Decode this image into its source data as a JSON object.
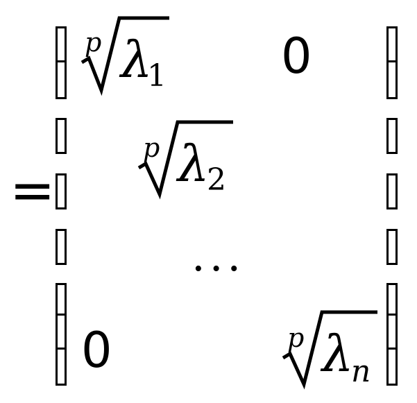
{
  "equation": {
    "equals": "=",
    "matrix": {
      "row1": {
        "index": "p",
        "symbol": "λ",
        "subscript": "1",
        "zero": "0"
      },
      "row2": {
        "index": "p",
        "symbol": "λ",
        "subscript": "2"
      },
      "row3": {
        "dots": "..."
      },
      "row4": {
        "zero": "0",
        "index": "p",
        "symbol": "λ",
        "subscript": "n"
      }
    },
    "placeholder_glyph": "missing-glyph-box"
  }
}
